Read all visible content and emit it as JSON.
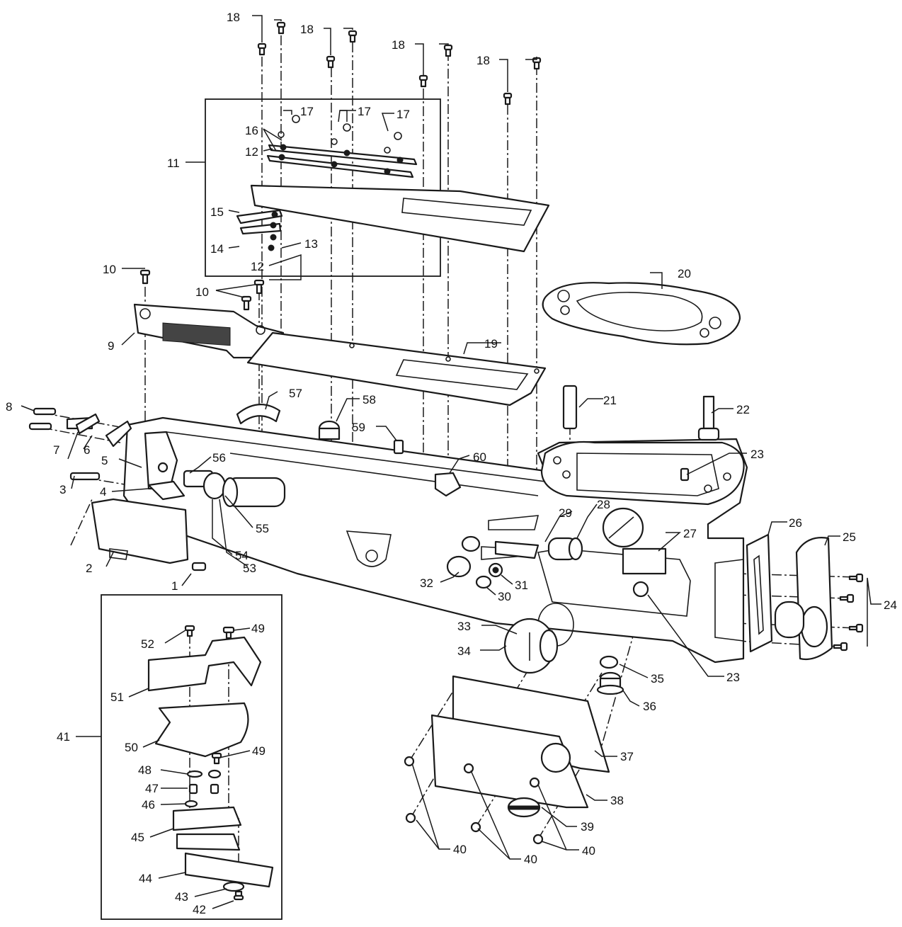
{
  "labels": [
    "1",
    "2",
    "3",
    "4",
    "5",
    "6",
    "7",
    "8",
    "9",
    "10",
    "11",
    "12",
    "13",
    "14",
    "15",
    "16",
    "17",
    "18",
    "19",
    "20",
    "21",
    "22",
    "23",
    "24",
    "25",
    "26",
    "27",
    "28",
    "29",
    "30",
    "31",
    "32",
    "33",
    "34",
    "35",
    "36",
    "37",
    "38",
    "39",
    "40",
    "41",
    "42",
    "43",
    "44",
    "45",
    "46",
    "47",
    "48",
    "49",
    "50",
    "51",
    "52",
    "53",
    "54",
    "55",
    "56",
    "57",
    "58",
    "59",
    "60"
  ]
}
